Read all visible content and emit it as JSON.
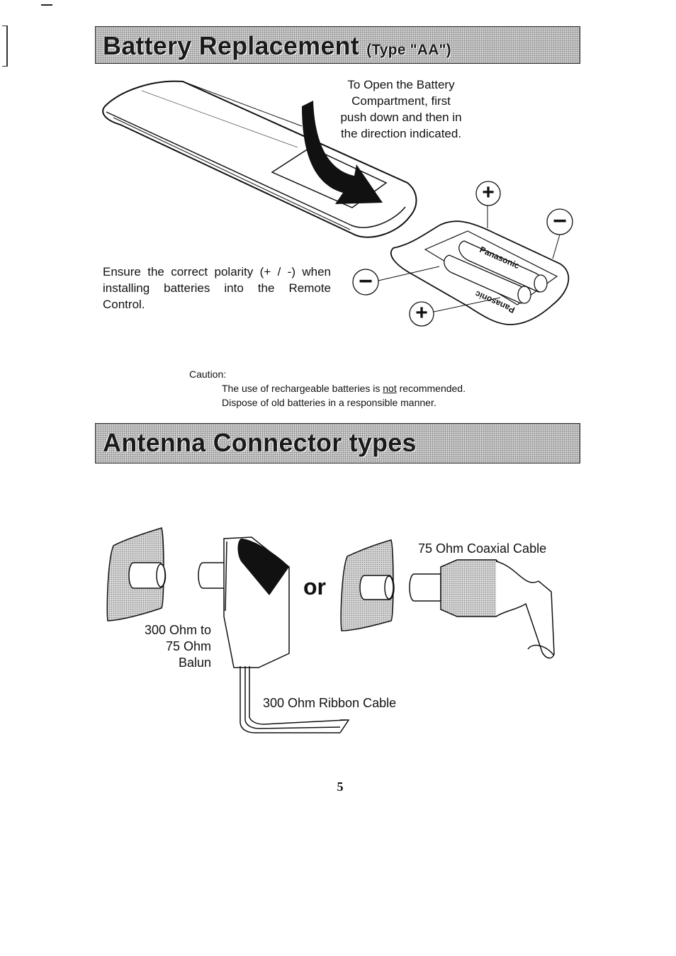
{
  "battery_section": {
    "title": "Battery Replacement",
    "subtitle": "(Type \"AA\")",
    "open_instruction": [
      "To Open the Battery",
      "Compartment, first",
      "push down and then in",
      "the direction indicated."
    ],
    "polarity_instruction": "Ensure the correct polarity (+ / -) when installing batteries into the Remote Control.",
    "battery_brand": "Panasonic",
    "plus_symbol": "+",
    "minus_symbol": "−"
  },
  "caution": {
    "heading": "Caution:",
    "line1_before": "The use of rechargeable batteries is ",
    "line1_emphasis": "not",
    "line1_after": " recommended.",
    "line2": "Dispose of old batteries in a  responsible manner."
  },
  "antenna_section": {
    "title": "Antenna Connector types",
    "or_label": "or",
    "balun_label": [
      "300 Ohm to",
      "75 Ohm",
      "Balun"
    ],
    "coaxial_label": "75 Ohm Coaxial Cable",
    "ribbon_label": "300 Ohm Ribbon Cable"
  },
  "page_number": "5"
}
